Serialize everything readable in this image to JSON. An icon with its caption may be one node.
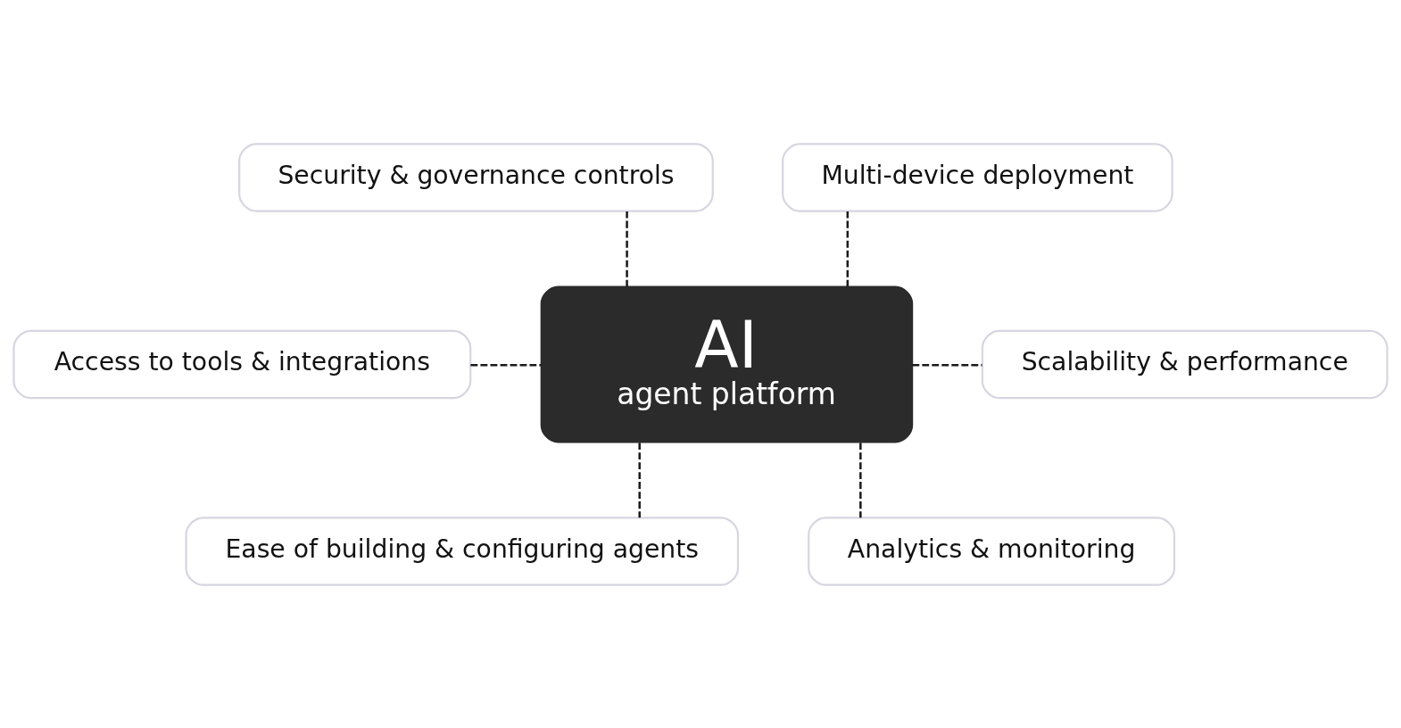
{
  "diagram": {
    "nodes": [
      {
        "text": [
          "Multi-device deployment"
        ]
      },
      {
        "text": [
          "Security & governance controls"
        ]
      },
      {
        "text": [
          "Scalability & performance"
        ]
      },
      {
        "text": [
          "AI",
          "agent platform"
        ]
      },
      {
        "text": [
          "Access to tools & integrations"
        ]
      },
      {
        "text": [
          "Analytics & monitoring"
        ]
      },
      {
        "text": [
          "Ease of building & configuring agents"
        ]
      }
    ],
    "edges": [
      {
        "from": 0,
        "to": 3,
        "arrow": "none",
        "style": "dashed"
      },
      {
        "from": 1,
        "to": 3,
        "arrow": "none",
        "style": "dashed"
      },
      {
        "from": 3,
        "to": 2,
        "arrow": "none",
        "style": "dashed"
      },
      {
        "from": 4,
        "to": 3,
        "arrow": "none",
        "style": "dashed"
      },
      {
        "from": 3,
        "to": 5,
        "arrow": "none",
        "style": "dashed"
      },
      {
        "from": 3,
        "to": 6,
        "arrow": "none",
        "style": "dashed"
      }
    ]
  }
}
